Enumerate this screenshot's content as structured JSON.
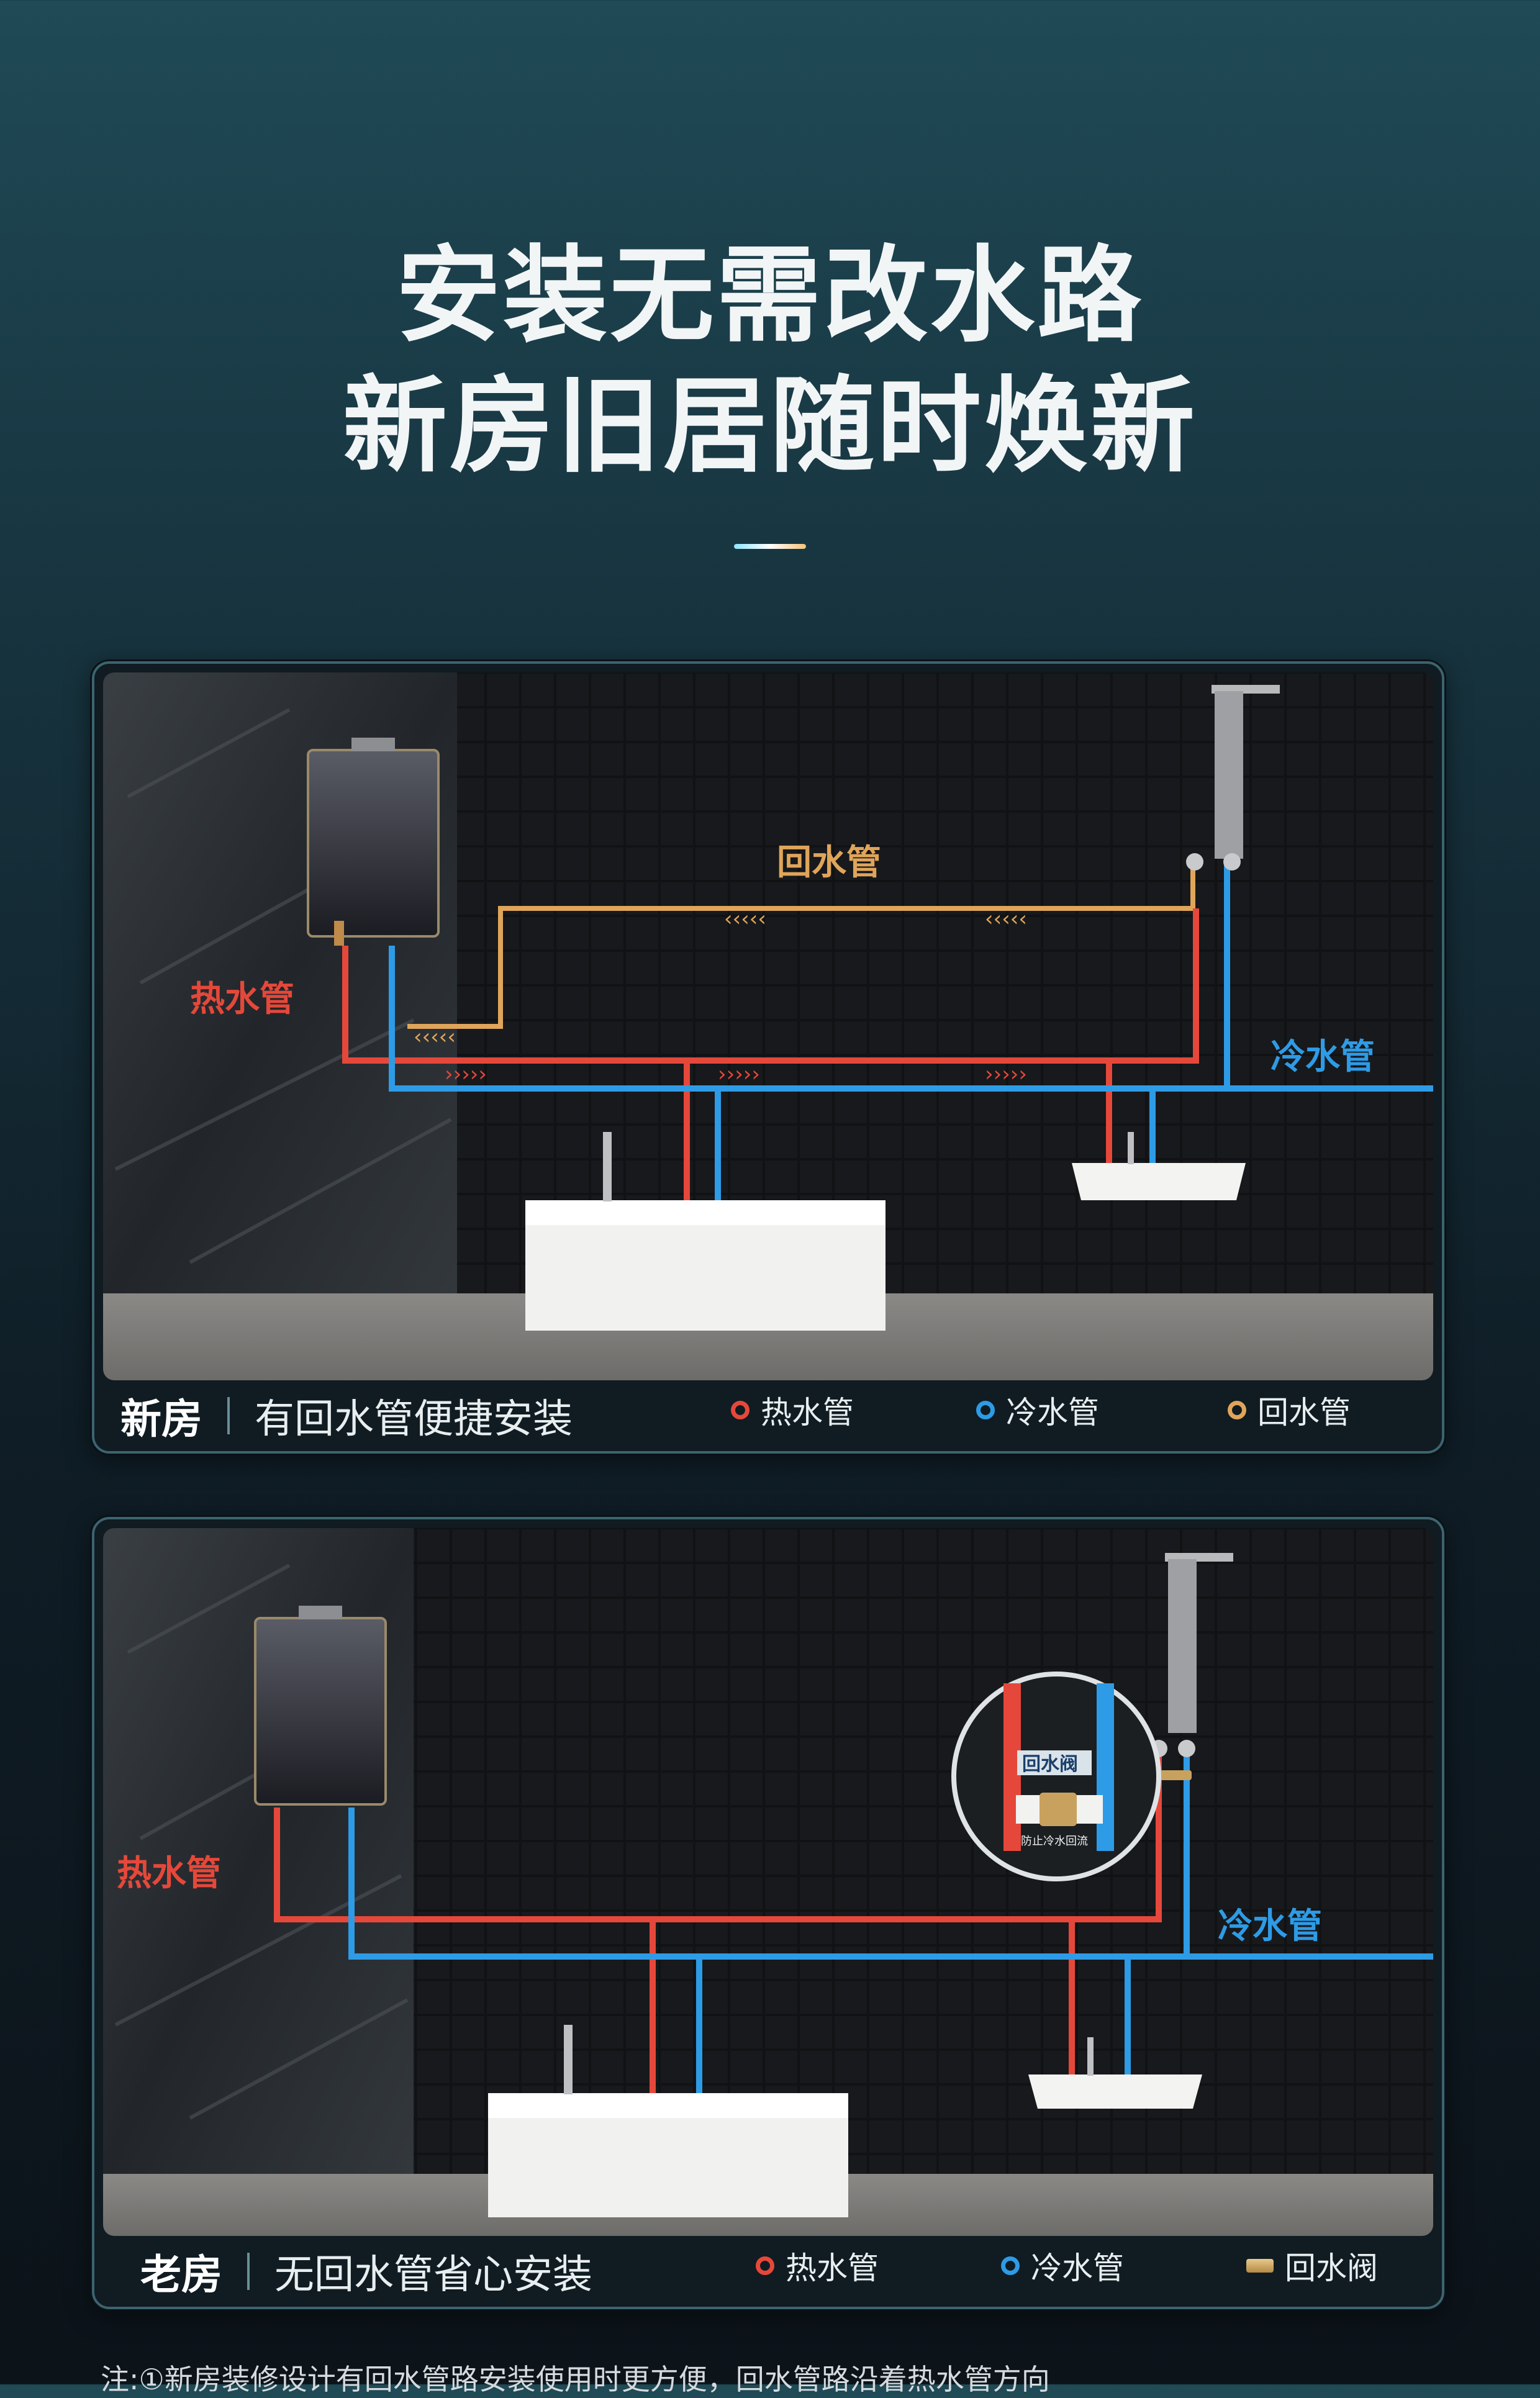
{
  "headline": {
    "line1": "安装无需改水路",
    "line2": "新房旧居随时焕新"
  },
  "cards": [
    {
      "scene_labels": {
        "return": "回水管",
        "hot": "热水管",
        "cold": "冷水管"
      },
      "title": "新房",
      "subtitle": "有回水管便捷安装",
      "legend": [
        {
          "label": "热水管",
          "icon": "hot-circle-icon"
        },
        {
          "label": "冷水管",
          "icon": "cold-circle-icon"
        },
        {
          "label": "回水管",
          "icon": "return-circle-icon"
        }
      ]
    },
    {
      "scene_labels": {
        "hot": "热水管",
        "cold": "冷水管",
        "valve": "回水阀",
        "valve_caption": "防止冷水回流"
      },
      "title": "老房",
      "subtitle": "无回水管省心安装",
      "legend": [
        {
          "label": "热水管",
          "icon": "hot-circle-icon"
        },
        {
          "label": "冷水管",
          "icon": "cold-circle-icon"
        },
        {
          "label": "回水阀",
          "icon": "valve-icon"
        }
      ]
    }
  ],
  "colors": {
    "hot": "#e5483a",
    "cold": "#2e9be6",
    "return": "#e0a55a"
  },
  "footnote": "注:①新房装修设计有回水管路安装使用时更方便，回水管路沿着热水管方向"
}
